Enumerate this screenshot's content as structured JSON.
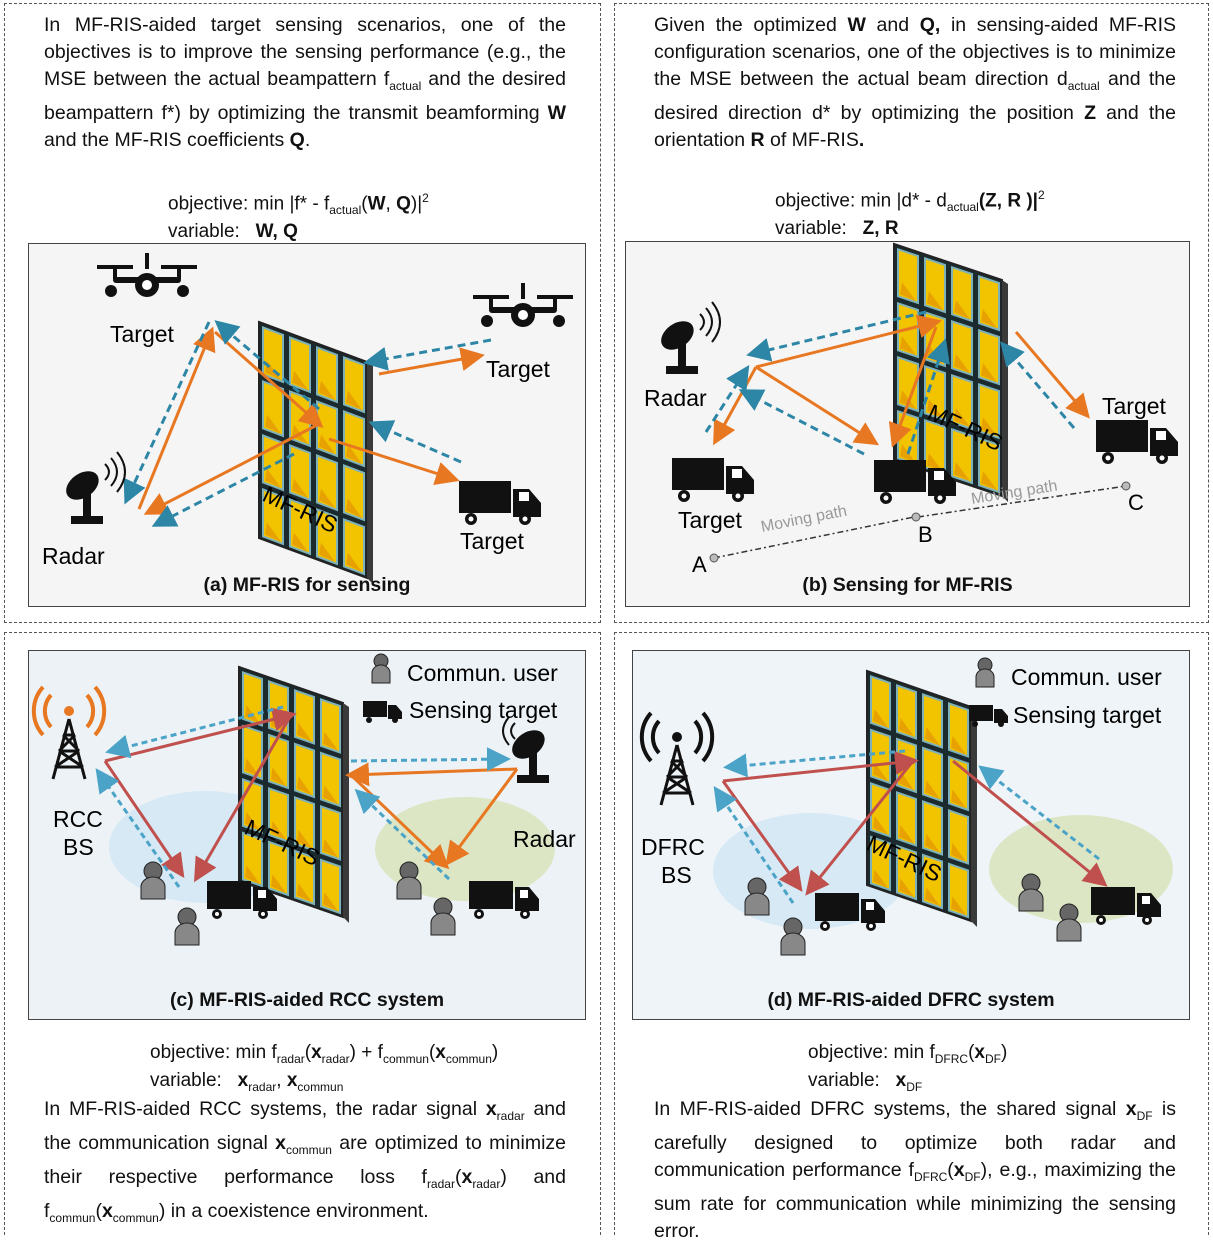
{
  "quadrant_a": {
    "paragraph": [
      "In MF-RIS-aided target sensing scenarios, one of the objectives is to improve the sensing performance (e.g., the MSE between the actual beampattern f",
      "actual",
      " and the desired beampattern f*) by optimizing the transmit beamforming ",
      "W",
      " and the MF-RIS coefficients ",
      "Q",
      "."
    ],
    "objective_prefix": "objective: min ",
    "objective_body": "|f* - f",
    "objective_sub": "actual",
    "objective_args_open": "(",
    "objective_W": "W",
    "objective_comma": ", ",
    "objective_Q": "Q",
    "objective_close": ")|",
    "objective_sup": "2",
    "variable_prefix": "variable:   ",
    "variable_value": "W, Q",
    "caption": "(a) MF-RIS for sensing",
    "labels": {
      "target1": "Target",
      "target2": "Target",
      "target3": "Target",
      "radar": "Radar",
      "ris": "MF-RIS"
    }
  },
  "quadrant_b": {
    "paragraph": [
      "Given the optimized ",
      "W",
      " and ",
      "Q,",
      " in sensing-aided MF-RIS configuration scenarios, one of the objectives is to minimize the MSE between the actual beam direction d",
      "actual",
      " and the desired direction d* by optimizing the position ",
      "Z",
      " and the orientation ",
      "R",
      " of MF-RIS",
      "."
    ],
    "objective_prefix": "objective: min ",
    "objective_body": "|d* - d",
    "objective_sub": "actual",
    "objective_args": "(Z, R )|",
    "objective_sup": "2",
    "variable_prefix": "variable:   ",
    "variable_value": "Z, R",
    "caption": "(b) Sensing for MF-RIS",
    "labels": {
      "radar": "Radar",
      "target_left": "Target",
      "target_right": "Target",
      "ris": "MF-RIS",
      "path1": "Moving path",
      "path2": "Moving path",
      "A": "A",
      "B": "B",
      "C": "C"
    }
  },
  "quadrant_c": {
    "caption": "(c) MF-RIS-aided RCC system",
    "legend_user": "Commun. user",
    "legend_target": "Sensing target",
    "labels": {
      "bs1": "RCC",
      "bs2": "BS",
      "ris": "MF-RIS",
      "radar": "Radar"
    },
    "objective_text": "objective: min f",
    "objective_sub1": "radar",
    "objective_x1": "x",
    "objective_sub2": "radar",
    "objective_plus": ") + f",
    "objective_sub3": "commun",
    "objective_x2": "x",
    "objective_sub4": "commun",
    "variable_prefix": "variable:   ",
    "variable_x1": "x",
    "variable_sub1": "radar",
    "variable_x2": "x",
    "variable_sub2": "commun",
    "paragraph_1": "In MF-RIS-aided RCC systems, the radar signal ",
    "paragraph_2": " and the communication signal ",
    "paragraph_3": " are optimized to minimize their respective performance loss f",
    "paragraph_4": ") and f",
    "paragraph_5": ") in a coexistence environment."
  },
  "quadrant_d": {
    "caption": "(d) MF-RIS-aided DFRC system",
    "legend_user": "Commun. user",
    "legend_target": "Sensing target",
    "labels": {
      "bs1": "DFRC",
      "bs2": "BS",
      "ris": "MF-RIS"
    },
    "objective_text": "objective: min f",
    "objective_sub": "DFRC",
    "objective_x": "x",
    "objective_xsub": "DF",
    "variable_prefix": "variable:   ",
    "variable_x": "x",
    "variable_sub": "DF",
    "paragraph_1": "In MF-RIS-aided DFRC systems, the shared signal ",
    "paragraph_2": " is carefully designed to optimize both radar and communication performance f",
    "paragraph_3": "), e.g., maximizing the sum rate for communication while minimizing the sensing error."
  },
  "colors": {
    "orange": "#E87722",
    "teal": "#2E86A6",
    "red": "#C0504D",
    "blue_ellipse": "#D6E9F5",
    "green_ellipse": "#DCE6C4"
  }
}
